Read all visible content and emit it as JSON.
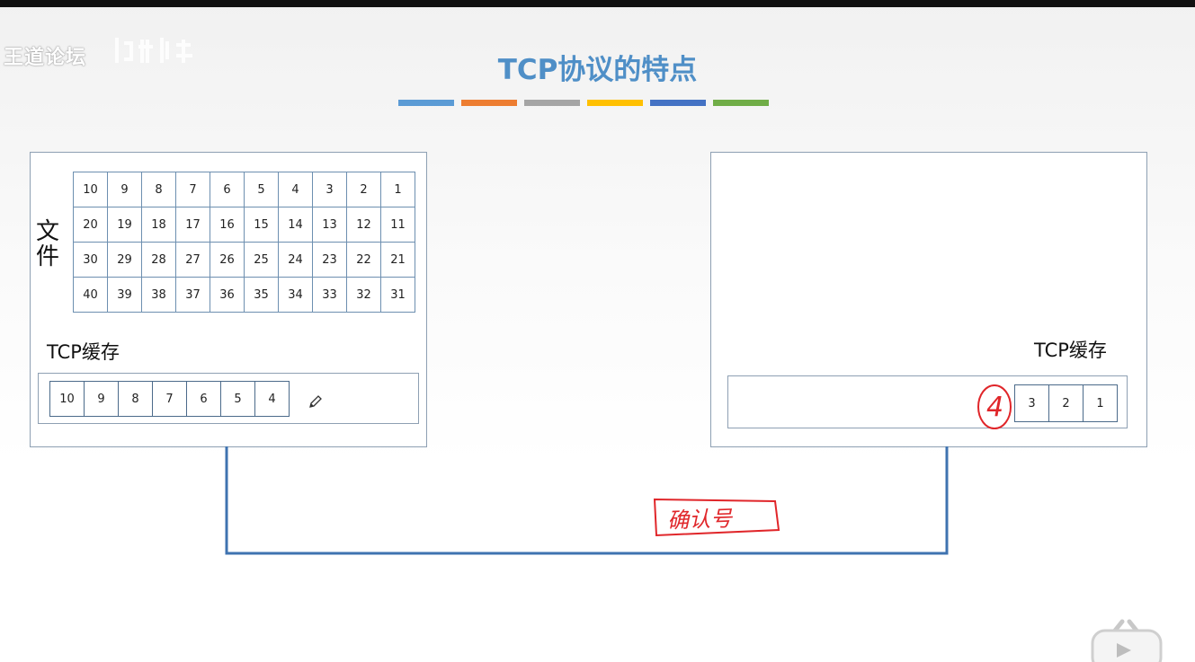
{
  "watermark": {
    "text": "王道论坛"
  },
  "slide": {
    "title": "TCP协议的特点",
    "color_bar": [
      "#5b9bd5",
      "#ed7d31",
      "#a5a5a5",
      "#ffc000",
      "#4472c4",
      "#70ad47"
    ]
  },
  "sender": {
    "file_label": "文件",
    "file_rows": [
      [
        "10",
        "9",
        "8",
        "7",
        "6",
        "5",
        "4",
        "3",
        "2",
        "1"
      ],
      [
        "20",
        "19",
        "18",
        "17",
        "16",
        "15",
        "14",
        "13",
        "12",
        "11"
      ],
      [
        "30",
        "29",
        "28",
        "27",
        "26",
        "25",
        "24",
        "23",
        "22",
        "21"
      ],
      [
        "40",
        "39",
        "38",
        "37",
        "36",
        "35",
        "34",
        "33",
        "32",
        "31"
      ]
    ],
    "cache_label": "TCP缓存",
    "buffer_cells": [
      "10",
      "9",
      "8",
      "7",
      "6",
      "5",
      "4"
    ]
  },
  "receiver": {
    "cache_label": "TCP缓存",
    "buffer_cells": [
      "3",
      "2",
      "1"
    ],
    "handwritten_number": "4"
  },
  "annotation": {
    "handwritten_text": "确认号"
  }
}
